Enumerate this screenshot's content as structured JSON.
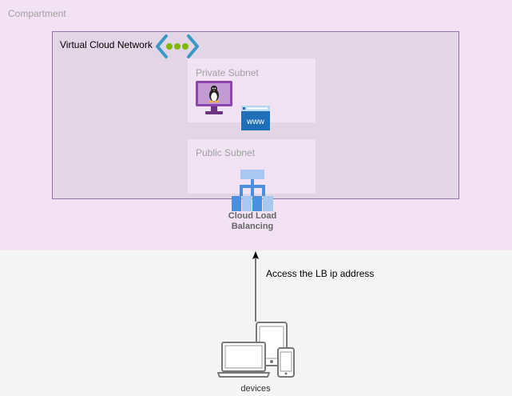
{
  "compartment": {
    "label": "Compartment"
  },
  "vcn": {
    "label": "Virtual Cloud Network"
  },
  "private_subnet": {
    "label": "Private Subnet"
  },
  "public_subnet": {
    "label": "Public Subnet"
  },
  "load_balancer": {
    "label_line1": "Cloud Load",
    "label_line2": "Balancing"
  },
  "connection": {
    "label": "Access the LB ip address"
  },
  "devices": {
    "label": "devices"
  },
  "web_icon": {
    "text": "www"
  },
  "colors": {
    "compartment_bg": "#f3e2f3",
    "vcn_bg": "#e2d5e6",
    "vcn_border": "#9673a6",
    "subnet_bg": "#f1e3f4",
    "vcn_icon_blue": "#3999c6",
    "vcn_icon_green": "#7fba00",
    "lb_blue": "#4a8fe0"
  }
}
